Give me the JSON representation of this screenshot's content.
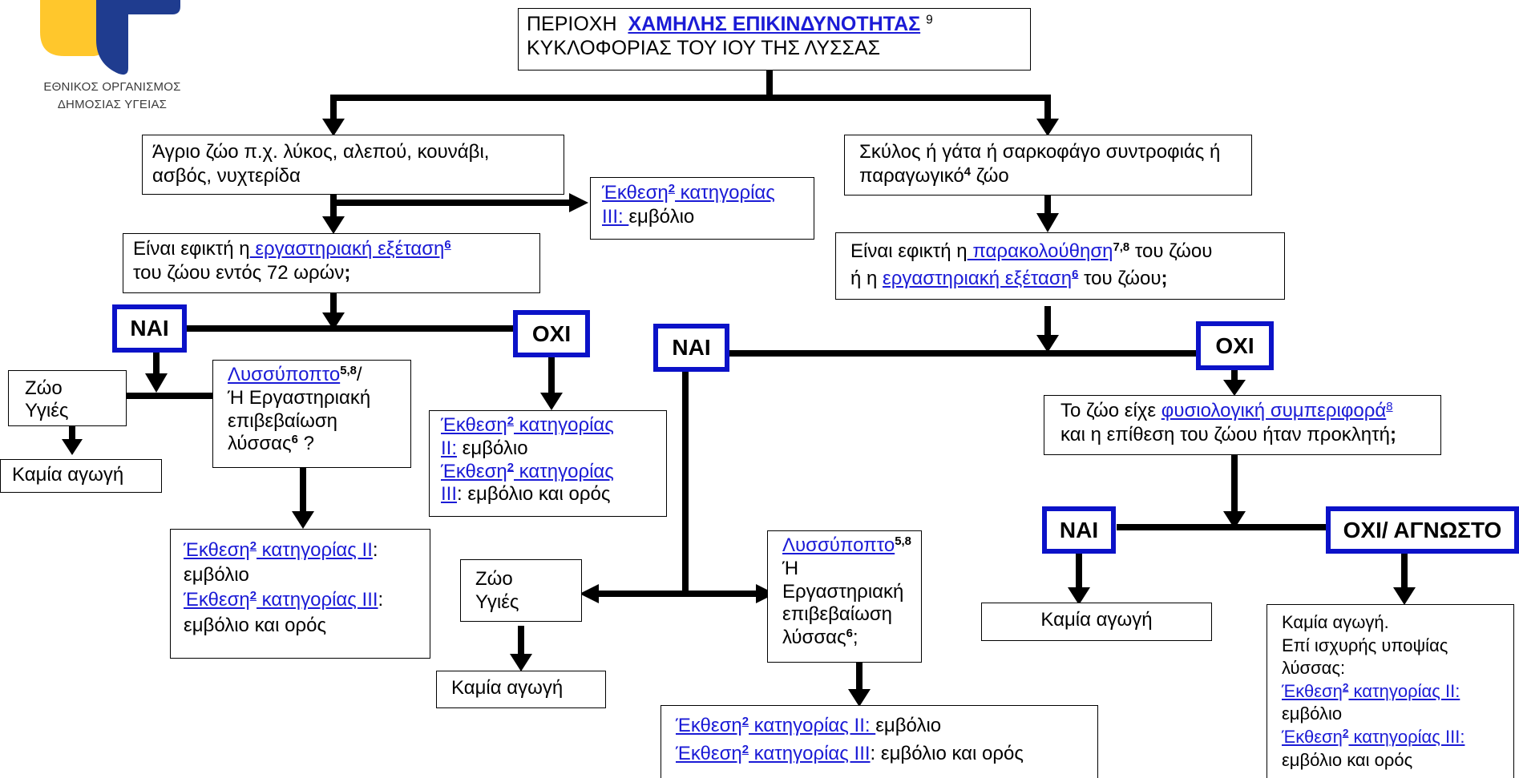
{
  "logo": {
    "line1": "ΕΘΝΙΚΟΣ ΟΡΓΑΝΙΣΜΟΣ",
    "line2": "ΔΗΜΟΣΙΑΣ ΥΓΕΙΑΣ",
    "colors": {
      "yellow": "#ffc72c",
      "blue": "#1f3c8f"
    }
  },
  "colors": {
    "decision_border": "#0b12c8",
    "link": "#1b1bd6",
    "line": "#000000"
  },
  "top": {
    "pre": "ΠΕΡΙΟΧΗ",
    "link": "ΧΑΜΗΛΗΣ ΕΠΙΚΙΝΔΥΝΟΤΗΤΑΣ",
    "sup": "9",
    "line2": "ΚΥΚΛΟΦΟΡΙΑΣ ΤΟΥ ΙΟΥ ΤΗΣ ΛΥΣΣΑΣ"
  },
  "wild": {
    "line1": "Άγριο ζώο π.χ. λύκος, αλεπού, κουνάβι,",
    "line2": "ασβός, νυχτερίδα"
  },
  "exp3_top": {
    "link1": "Έκθεση",
    "sup": "2",
    "link1b": " κατηγορίας",
    "link2": "III: ",
    "rest": "εμβόλιο"
  },
  "lab_q": {
    "pre": "Είναι εφικτή η",
    "link": " εργαστηριακή εξέταση",
    "sup": "6",
    "line2a": "του ζώου εντός 72 ωρών",
    "line2b": ";"
  },
  "nai_left": "ΝΑΙ",
  "oxi_left": "ΟΧΙ",
  "healthy_left": {
    "line1": "Ζώο",
    "line2": "Υγιές"
  },
  "no_treat_1": "Καμία αγωγή",
  "rabid_left": {
    "link": "Λυσσύποπτο",
    "sup": "5,8",
    "slash": "/",
    "line2": "Ή Εργαστηριακή",
    "line3": "επιβεβαίωση",
    "line4a": "λύσσας",
    "sup2": "6",
    "line4b": " ?"
  },
  "exp_oxi_left": {
    "l1a": "Έκθεση",
    "l1sup": "2",
    "l1b": " κατηγορίας",
    "l2a": "ΙΙ:",
    "l2b": " εμβόλιο",
    "l3a": "Έκθεση",
    "l3sup": "2",
    "l3b": " κατηγορίας",
    "l4a": "ΙΙΙ",
    "l4b": ": εμβόλιο και ορός"
  },
  "exp_rabid_left": {
    "l1a": "Έκθεση",
    "l1sup": "2",
    "l1b": " κατηγορίας ΙΙ",
    "l1c": ":",
    "l2": "εμβόλιο",
    "l3a": "Έκθεση",
    "l3sup": "2",
    "l3b": " κατηγορίας ΙΙΙ",
    "l3c": ":",
    "l4": "εμβόλιο και ορός"
  },
  "dog": {
    "line1": "Σκύλος ή γάτα ή σαρκοφάγο συντροφιάς ή",
    "line2a": "παραγωγικό",
    "sup": "4",
    "line2b": " ζώο"
  },
  "obs_q": {
    "l1a": "Είναι εφικτή η",
    "l1link": " παρακολούθηση",
    "l1sup": "7,8",
    "l1b": " του ζώου",
    "l2a": "ή η ",
    "l2link": "εργαστηριακή εξέταση",
    "l2sup": "6",
    "l2b": " του ζώου",
    "l2c": ";"
  },
  "nai_mid": "ΝΑΙ",
  "oxi_right": "ΟΧΙ",
  "healthy_mid": {
    "line1": "Ζώο",
    "line2": "Υγιές"
  },
  "no_treat_2": "Καμία αγωγή",
  "rabid_mid": {
    "link": "Λυσσύποπτο",
    "sup": "5,8",
    "line2": "Ή",
    "line3": "Εργαστηριακή",
    "line4": "επιβεβαίωση",
    "line5a": "λύσσας",
    "sup2": "6",
    "line5b": ";"
  },
  "exp_bottom_mid": {
    "l1a": "Έκθεση",
    "l1sup": "2",
    "l1b": " κατηγορίας ΙΙ: ",
    "l1c": "εμβόλιο",
    "l2a": "Έκθεση",
    "l2sup": "2",
    "l2b": " κατηγορίας ΙΙΙ",
    "l2c": ": εμβόλιο και ορός"
  },
  "behavior_q": {
    "l1a": "Το ζώο είχε ",
    "l1link": "φυσιολογική συμπεριφορά",
    "l1sup": "8",
    "l2a": "και η επίθεση του ζώου ήταν προκλητή",
    "l2b": ";"
  },
  "nai_right": "ΝΑΙ",
  "oxi_unknown": "ΟΧΙ/ ΑΓΝΩΣΤΟ",
  "no_treat_3": "Καμία αγωγή",
  "final_box": {
    "l1": "Καμία αγωγή.",
    "l2": "Επί ισχυρής υποψίας",
    "l3": "λύσσας:",
    "l4a": "Έκθεση",
    "l4sup": "2",
    "l4b": " κατηγορίας ΙΙ:",
    "l5": "εμβόλιο",
    "l6a": "Έκθεση",
    "l6sup": "2",
    "l6b": " κατηγορίας ΙΙΙ:",
    "l7": "εμβόλιο και ορός"
  }
}
